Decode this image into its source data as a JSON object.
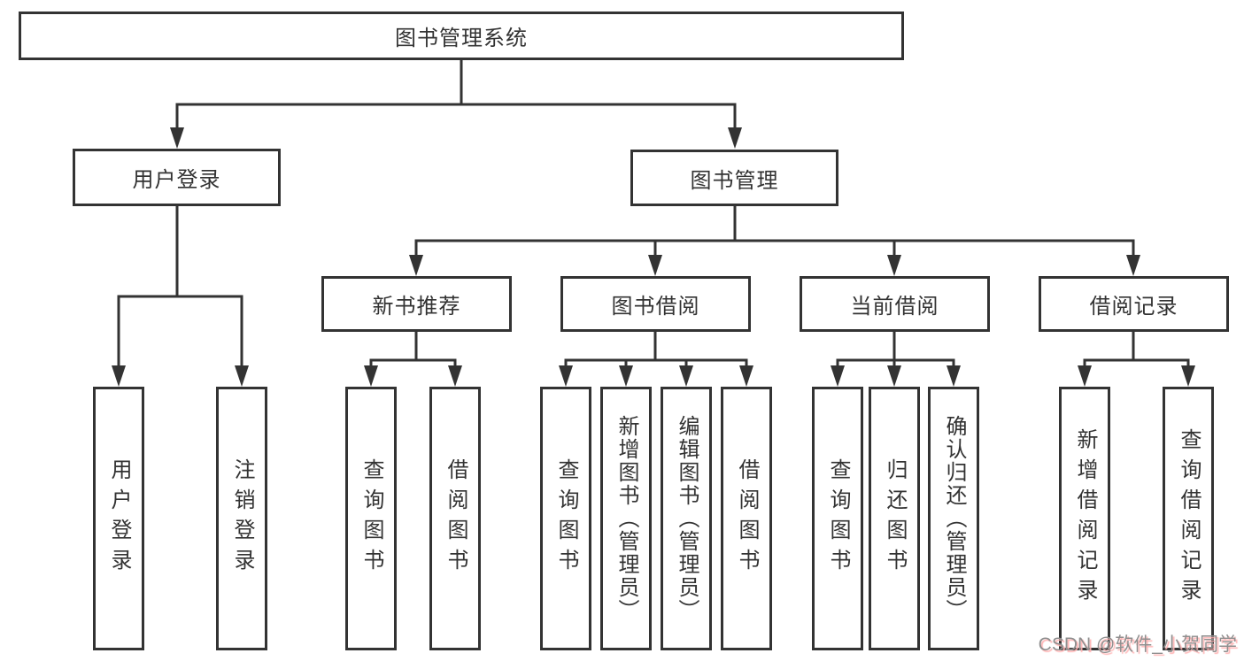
{
  "tree": {
    "root": {
      "label": "图书管理系统"
    },
    "user_login": {
      "label": "用户登录",
      "children": [
        "用户登录",
        "注销登录"
      ]
    },
    "book_management": {
      "label": "图书管理",
      "modules": {
        "new_book_recommend": {
          "label": "新书推荐",
          "children": [
            "查询图书",
            "借阅图书"
          ]
        },
        "book_borrowing": {
          "label": "图书借阅",
          "children": [
            "查询图书",
            "新增图书（管理员）",
            "编辑图书（管理员）",
            "借阅图书"
          ]
        },
        "current_borrowing": {
          "label": "当前借阅",
          "children": [
            "查询图书",
            "归还图书",
            "确认归还（管理员）"
          ]
        },
        "borrowing_records": {
          "label": "借阅记录",
          "children": [
            "新增借阅记录",
            "查询借阅记录"
          ]
        }
      }
    }
  },
  "watermark": {
    "text": "CSDN @软件_小贺同学"
  },
  "colors": {
    "line": "#333333",
    "text": "#333333",
    "background": "#ffffff",
    "watermark_text": "#8f8f8f",
    "watermark_shadow": "#ffb3b3"
  }
}
